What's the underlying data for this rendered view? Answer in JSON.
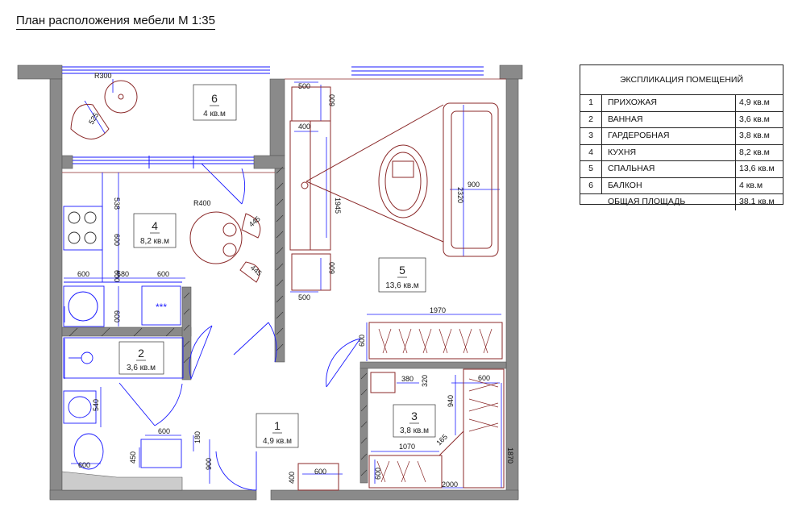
{
  "title": "План расположения мебели М 1:35",
  "legend": {
    "header": "ЭКСПЛИКАЦИЯ ПОМЕЩЕНИЙ",
    "rows": [
      {
        "num": "1",
        "name": "ПРИХОЖАЯ",
        "area": "4,9 кв.м"
      },
      {
        "num": "2",
        "name": "ВАННАЯ",
        "area": "3,6 кв.м"
      },
      {
        "num": "3",
        "name": "ГАРДЕРОБНАЯ",
        "area": "3,8 кв.м"
      },
      {
        "num": "4",
        "name": "КУХНЯ",
        "area": "8,2  кв.м"
      },
      {
        "num": "5",
        "name": "СПАЛЬНАЯ",
        "area": "13,6 кв.м"
      },
      {
        "num": "6",
        "name": "БАЛКОН",
        "area": "4 кв.м"
      }
    ],
    "total": {
      "name": "ОБЩАЯ ПЛОЩАДЬ",
      "area": "38,1 кв.м"
    }
  },
  "rooms": [
    {
      "num": "1",
      "area": "4,9 кв.м"
    },
    {
      "num": "2",
      "area": "3,6 кв.м"
    },
    {
      "num": "3",
      "area": "3,8 кв.м"
    },
    {
      "num": "4",
      "area": "8,2 кв.м"
    },
    {
      "num": "5",
      "area": "13,6 кв.м"
    },
    {
      "num": "6",
      "area": "4 кв.м"
    }
  ],
  "dimensions": {
    "r300": "R300",
    "d525": "525",
    "d500_top": "500",
    "d600_a": "600",
    "d400": "400",
    "d1945": "1945",
    "d2320": "2320",
    "d900_sofa": "900",
    "d538": "538",
    "d600_stove": "600",
    "r400": "R400",
    "d445_a": "445",
    "d445_b": "445",
    "d600_b": "600",
    "d600_c": "600",
    "d580": "580",
    "d600_d": "600",
    "d600_e": "600",
    "d600_f": "600",
    "d500_bot": "500",
    "d1970": "1970",
    "d600_g": "600",
    "d380": "380",
    "d320": "320",
    "d600_h": "600",
    "d940": "940",
    "d165": "165",
    "d1070": "1070",
    "d1870": "1870",
    "d2000": "2000",
    "d600_i": "600",
    "d540": "540",
    "d600_j": "600",
    "d180": "180",
    "d450": "450",
    "d900_hall": "900",
    "d600_k": "600",
    "d400_k": "400",
    "d600_l": "600"
  },
  "stove_mark": "***",
  "colors": {
    "wall": "#8a8a8a",
    "dim": "#1a1aff",
    "furniture": "#8b2a2a",
    "text": "#111111"
  }
}
